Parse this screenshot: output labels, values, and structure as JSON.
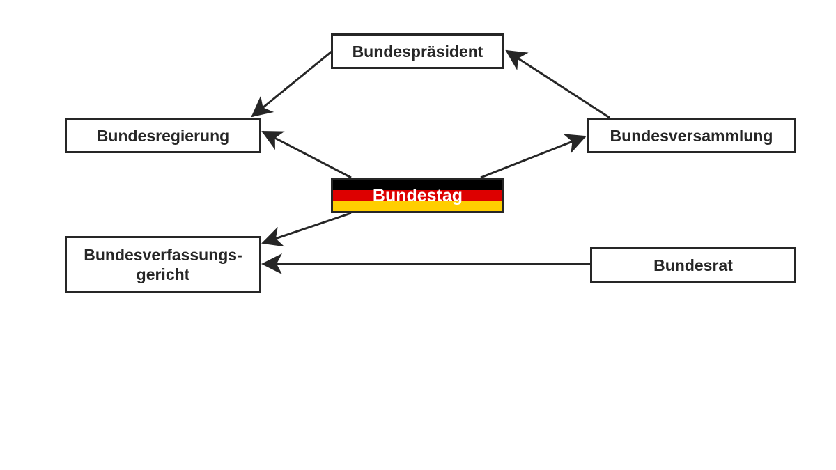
{
  "diagram": {
    "type": "organigram",
    "colors": {
      "line": "#262626",
      "flag_black": "#000000",
      "flag_red": "#dd0000",
      "flag_gold": "#ffce00",
      "bundestag_text": "#ffffff"
    },
    "nodes": {
      "bundespraesident": {
        "label": "Bundespräsident"
      },
      "bundesregierung": {
        "label": "Bundesregierung"
      },
      "bundesversammlung": {
        "label": "Bundesversammlung"
      },
      "bundestag": {
        "label": "Bundestag",
        "style": "german-flag"
      },
      "bundesverfassungsgericht": {
        "label_line1": "Bundesverfassungs-",
        "label_line2": "gericht"
      },
      "bundesrat": {
        "label": "Bundesrat"
      }
    },
    "edges": [
      {
        "from": "bundespraesident",
        "to": "bundesregierung"
      },
      {
        "from": "bundesversammlung",
        "to": "bundespraesident"
      },
      {
        "from": "bundestag",
        "to": "bundesregierung"
      },
      {
        "from": "bundestag",
        "to": "bundesversammlung"
      },
      {
        "from": "bundestag",
        "to": "bundesverfassungsgericht"
      },
      {
        "from": "bundesrat",
        "to": "bundesverfassungsgericht"
      }
    ]
  }
}
